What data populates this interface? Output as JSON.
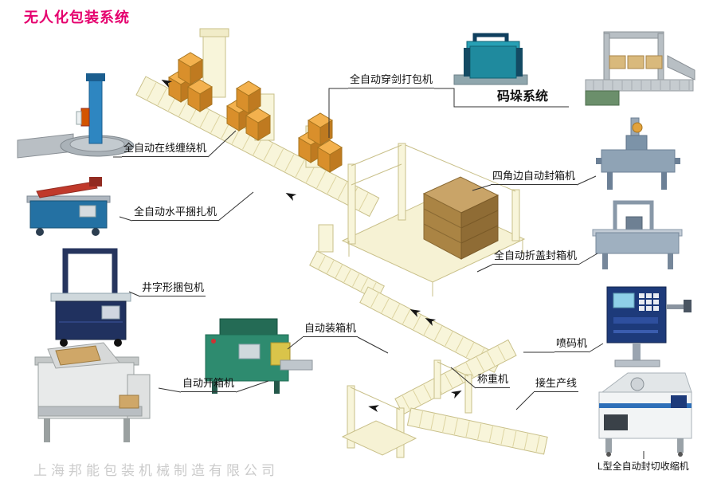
{
  "title": "无人化包装系统",
  "watermark": "上海邦能包装机械制造有限公司",
  "labels": {
    "strapping_lance": "全自动穿剑打包机",
    "palletizing_system": "码垛系统",
    "inline_wrapper": "全自动在线缠绕机",
    "four_corner_sealer": "四角边自动封箱机",
    "horizontal_strapper": "全自动水平捆扎机",
    "fold_flap_sealer": "全自动折盖封箱机",
    "well_pattern_bundler": "井字形捆包机",
    "case_packer": "自动装箱机",
    "inkjet_coder": "喷码机",
    "case_erector": "自动开箱机",
    "weigher": "称重机",
    "production_line_link": "接生产线",
    "l_type_shrink_wrapper": "L型全自动封切收缩机"
  },
  "colors": {
    "title": "#e5006e",
    "line_art_stroke": "#c9c08a",
    "line_art_fill": "#f8f5da",
    "carton_orange": "#f3b14e",
    "pallet_brown": "#c9a468",
    "leader_line": "#333333",
    "watermark": "#cbcbcb"
  }
}
